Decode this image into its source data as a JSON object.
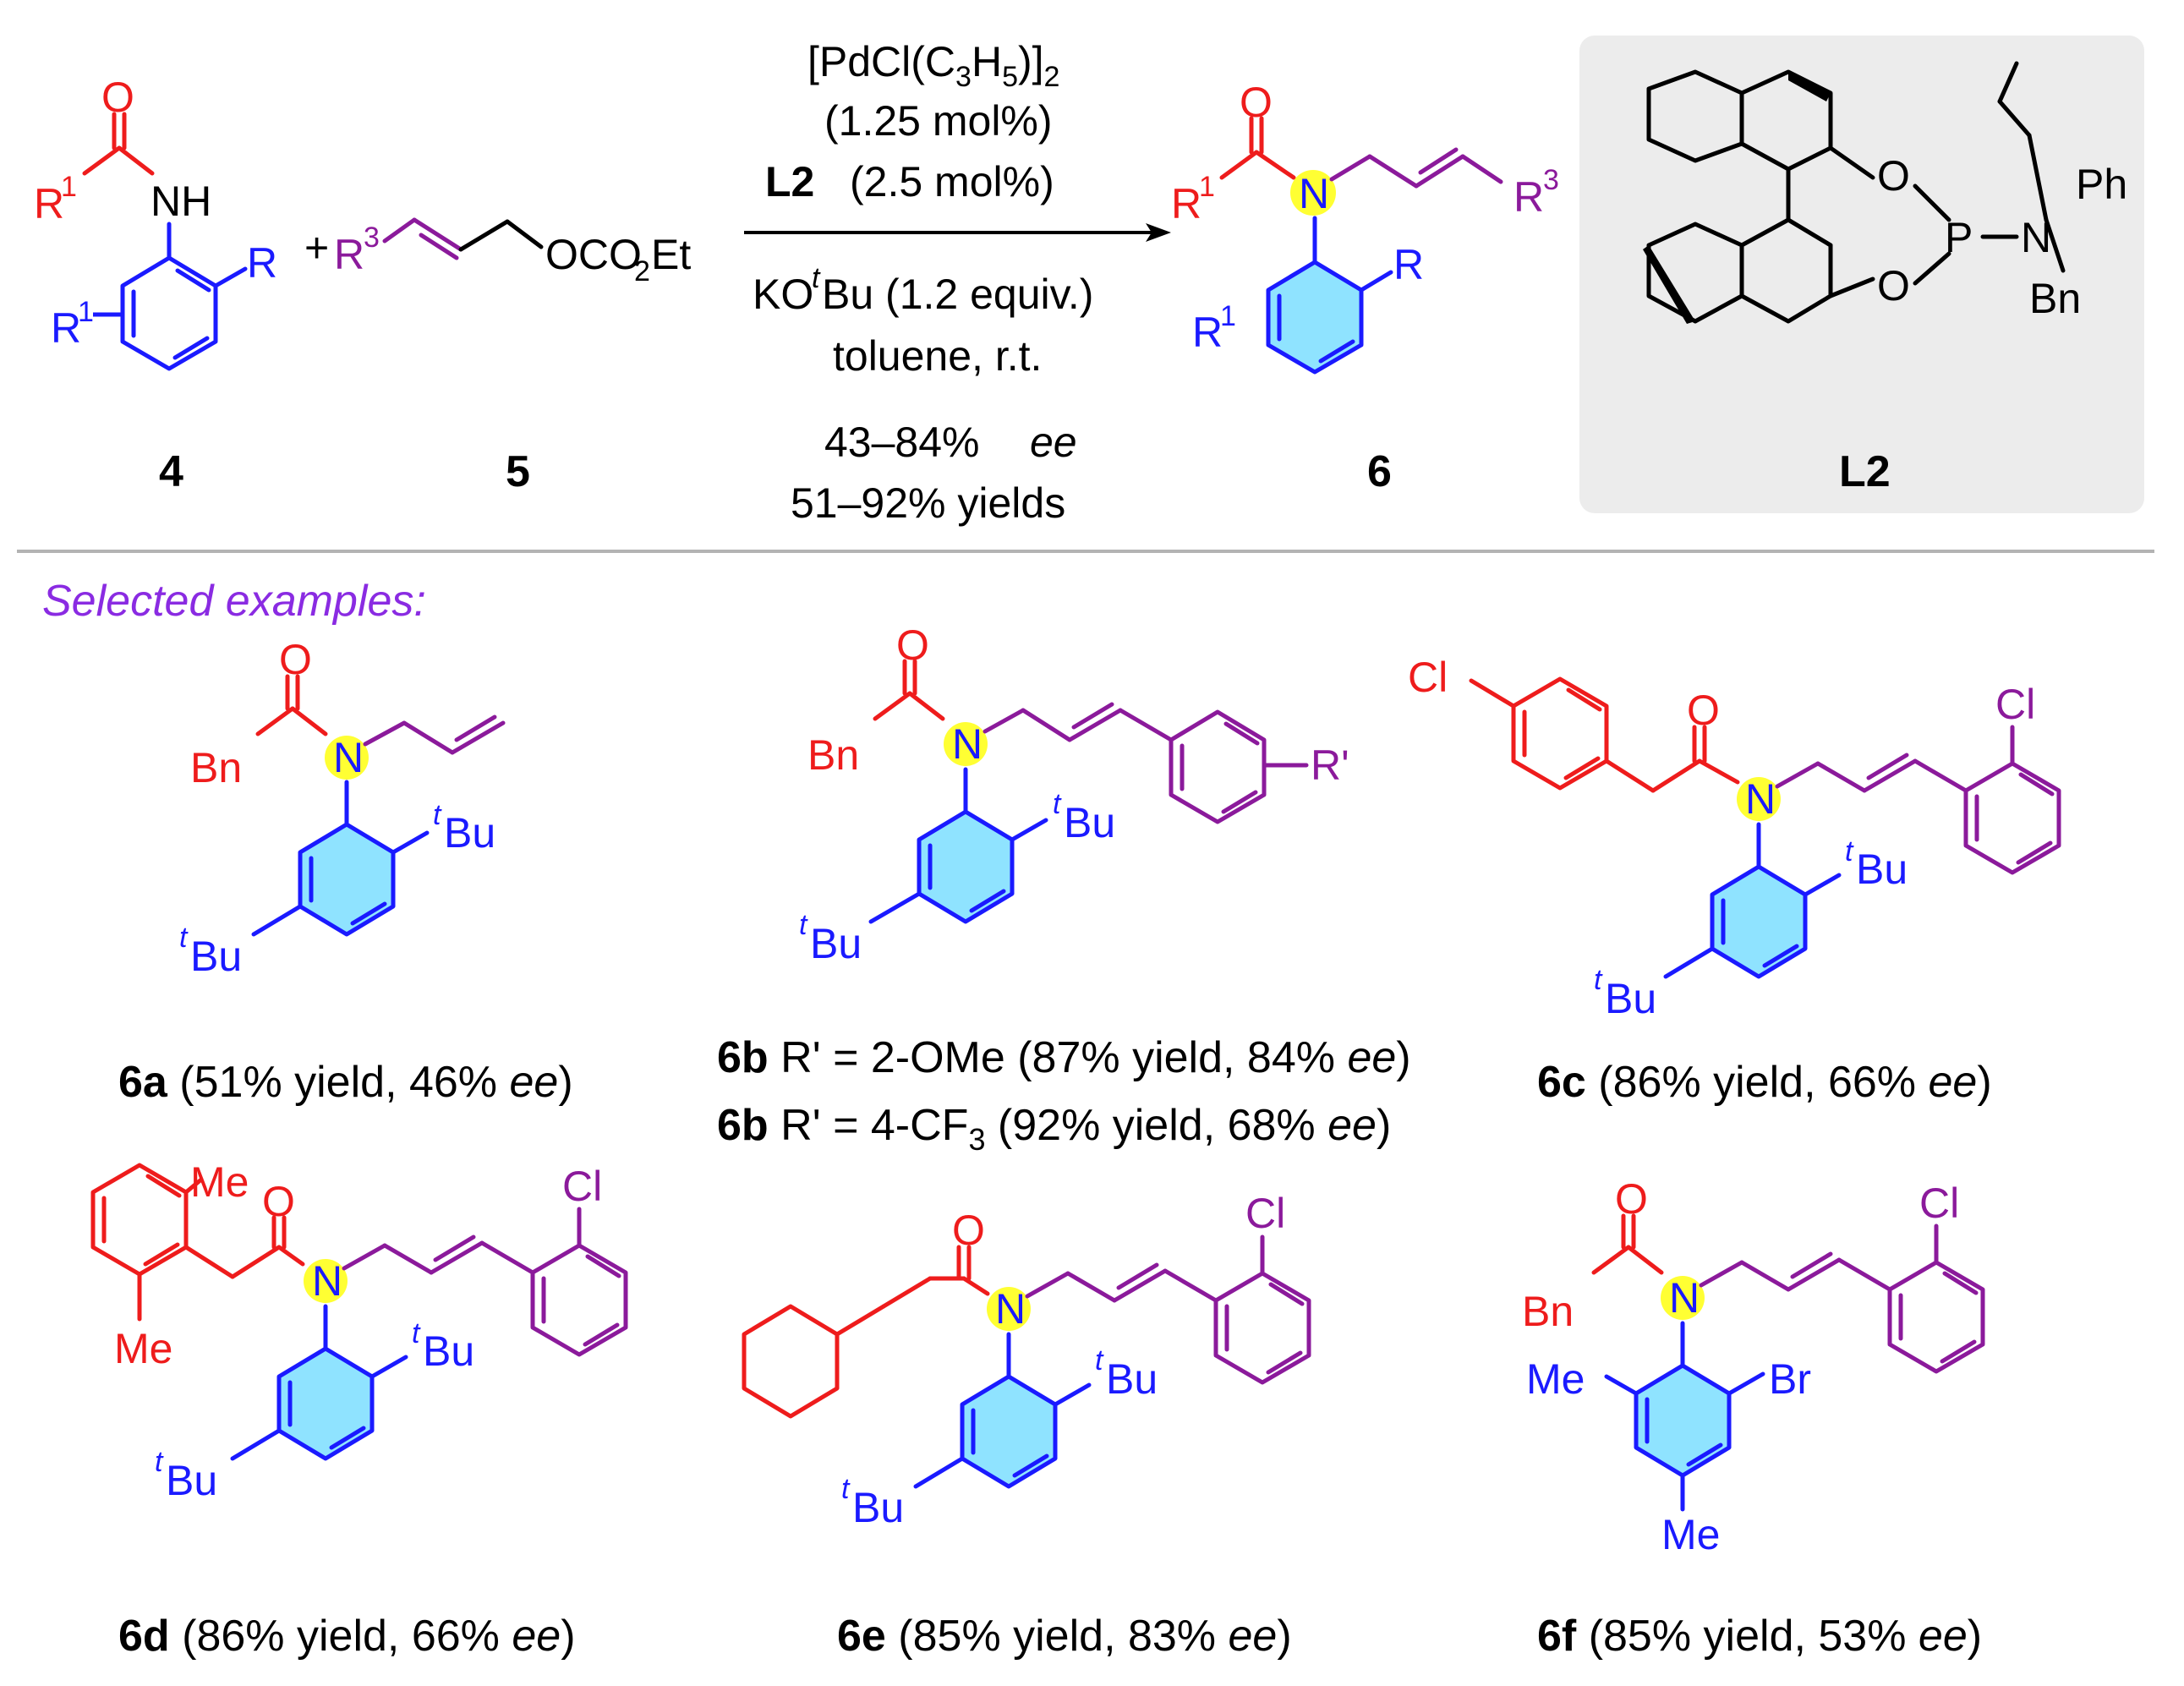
{
  "colors": {
    "acyl": "#ee1c1c",
    "aryl": "#1a1aff",
    "allyl": "#8b1a9b",
    "black": "#000000",
    "highlight_n": "#ffff33",
    "highlight_ring": "#33ccff",
    "panel": "#ececec",
    "divider": "#b3b3b3",
    "section": "#8a2be2"
  },
  "reaction": {
    "reagent_1": "[PdCl(C3H5)]2",
    "reagent_2": "(1.25 mol%)",
    "ligand_bold": "L2",
    "ligand_amount": "(2.5 mol%)",
    "base_prefix": "KO",
    "base_sup": "t",
    "base_suffix": "Bu (1.2 equiv.)",
    "solvent": "toluene, r.t.",
    "ee_range": "43–84%",
    "ee_label": "ee",
    "yield_range": "51–92% yields",
    "plus": "+"
  },
  "compounds": {
    "c4": "4",
    "c5": "5",
    "c6": "6",
    "ligand": "L2"
  },
  "atoms": {
    "O": "O",
    "N": "N",
    "NH": "NH",
    "R": "R",
    "R1": "R",
    "R3": "R",
    "sup1": "1",
    "sup3": "3",
    "OCO2Et_a": "OCO",
    "OCO2Et_sub": "2",
    "OCO2Et_b": "Et",
    "P": "P",
    "Ph": "Ph",
    "Bn": "Bn",
    "tBu_sup": "t",
    "tBu": "Bu",
    "Cl": "Cl",
    "Me": "Me",
    "Br": "Br",
    "Rprime": "R'"
  },
  "section_title": "Selected examples:",
  "examples": [
    {
      "id": "6a",
      "text": " (51% yield, 46% ",
      "ee": "ee",
      "close": ")"
    },
    {
      "id": "6b",
      "text": " R' = 2-OMe (87% yield, 84% ",
      "ee": "ee",
      "close": ")"
    },
    {
      "id": "6b",
      "text_a": " R' = 4-CF",
      "sub": "3",
      "text_b": "  (92% yield, 68% ",
      "ee": "ee",
      "close": ")"
    },
    {
      "id": "6c",
      "text": " (86% yield, 66% ",
      "ee": "ee",
      "close": ")"
    },
    {
      "id": "6d",
      "text": " (86% yield, 66% ",
      "ee": "ee",
      "close": ")"
    },
    {
      "id": "6e",
      "text": " (85% yield, 83% ",
      "ee": "ee",
      "close": ")"
    },
    {
      "id": "6f",
      "text": " (85% yield, 53% ",
      "ee": "ee",
      "close": ")"
    }
  ]
}
